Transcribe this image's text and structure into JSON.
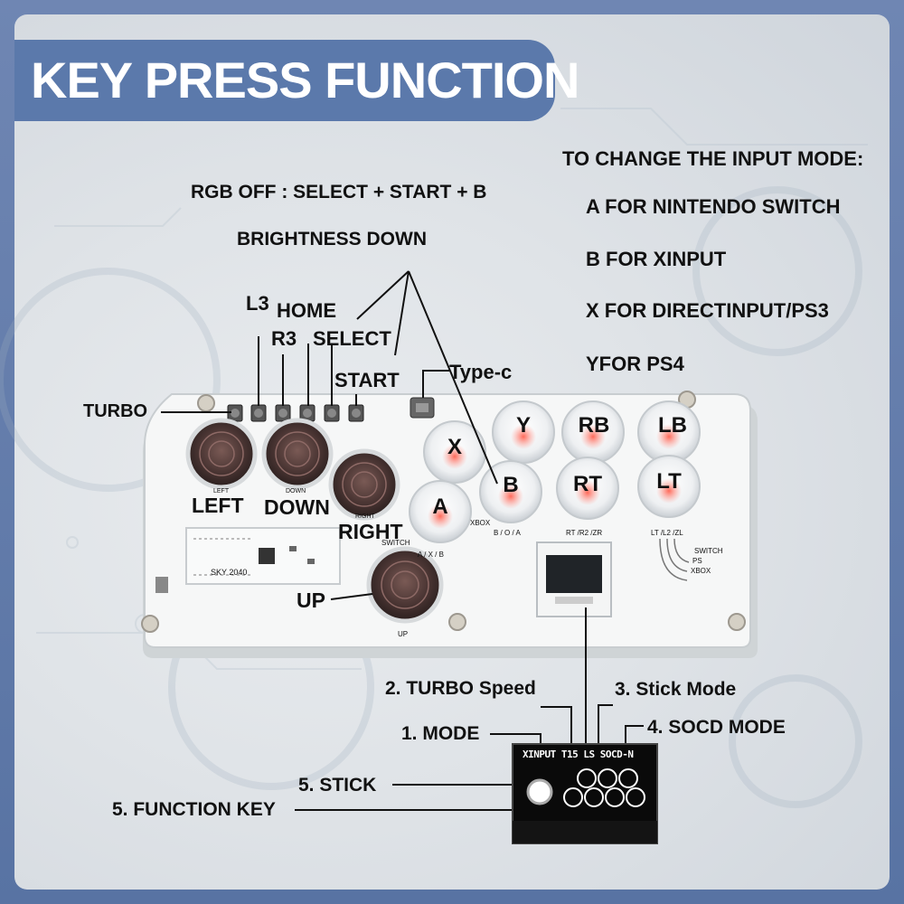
{
  "header": {
    "title": "KEY PRESS FUNCTION"
  },
  "input_mode": {
    "heading": "TO CHANGE THE INPUT MODE:",
    "items": [
      "A FOR NINTENDO SWITCH",
      "B FOR XINPUT",
      "X FOR DIRECTINPUT/PS3",
      "YFOR PS4"
    ]
  },
  "combos": {
    "rgb_off": "RGB OFF : SELECT + START + B",
    "brightness_down": "BRIGHTNESS DOWN"
  },
  "callouts": {
    "l3": "L3",
    "home": "HOME",
    "r3": "R3",
    "select": "SELECT",
    "start": "START",
    "type_c": "Type-c",
    "turbo": "TURBO",
    "left": "LEFT",
    "down": "DOWN",
    "right": "RIGHT",
    "up": "UP"
  },
  "buttons": {
    "y": "Y",
    "rb": "RB",
    "lb": "LB",
    "x": "X",
    "b": "B",
    "rt": "RT",
    "lt": "LT",
    "a": "A"
  },
  "board_print": {
    "switch": "SWITCH",
    "ps": "PS",
    "xbox": "XBOX",
    "axb": "A / X / B",
    "boa": "B / O / A",
    "rtr2zr": "RT /R2 /ZR",
    "ltl2zl": "LT /L2 /ZL",
    "model": "SKY 2040",
    "up_small": "UP",
    "left_small": "LEFT",
    "down_small": "DOWN",
    "right_small": "RIGHT"
  },
  "display": {
    "readout": "XINPUT T15 LS SOCD-N",
    "mode_label": "1. MODE",
    "turbo_label": "2. TURBO Speed",
    "stick_mode_label": "3. Stick Mode",
    "socd_label": "4. SOCD MODE",
    "stick_label": "5. STICK",
    "function_key_label": "5.  FUNCTION KEY"
  },
  "colors": {
    "frame": "#5f7aa8",
    "title_tab": "#5b79ab",
    "button_red": "#e05050",
    "board": "#f4f6f6"
  }
}
